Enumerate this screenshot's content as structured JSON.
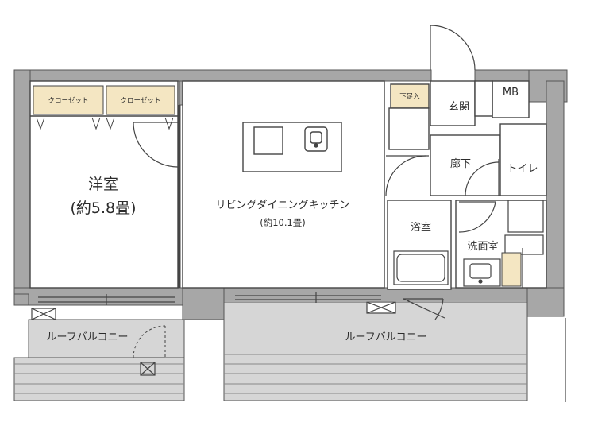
{
  "colors": {
    "wall": "#a7a7a7",
    "wall_outline": "#555555",
    "line": "#444444",
    "closet": "#f4e6c2",
    "balcony": "#d6d6d6",
    "stripe": "#888888",
    "background": "#ffffff"
  },
  "rooms": {
    "western_room": {
      "name": "洋室",
      "size": "(約5.8畳)"
    },
    "ldk": {
      "name": "リビングダイニングキッチン",
      "size": "(約10.1畳)"
    },
    "entrance": {
      "name": "玄関"
    },
    "shoe_box": {
      "name": "下足入"
    },
    "meter_box": {
      "name": "MB"
    },
    "hallway": {
      "name": "廊下"
    },
    "toilet": {
      "name": "トイレ"
    },
    "bathroom": {
      "name": "浴室"
    },
    "washroom": {
      "name": "洗面室"
    }
  },
  "closets": [
    {
      "name": "クローゼット"
    },
    {
      "name": "クローゼット"
    }
  ],
  "balconies": {
    "left": {
      "name": "ルーフバルコニー"
    },
    "right": {
      "name": "ルーフバルコニー"
    }
  }
}
